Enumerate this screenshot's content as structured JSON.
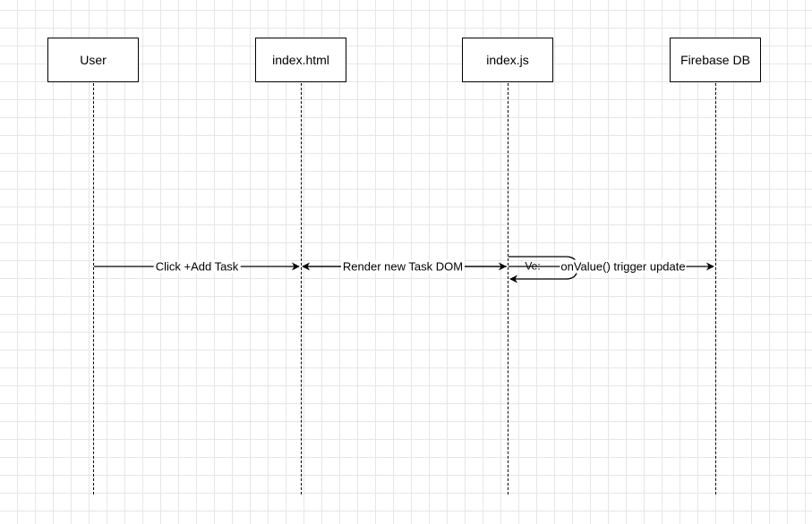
{
  "participants": [
    {
      "name": "User"
    },
    {
      "name": "index.html"
    },
    {
      "name": "index.js"
    },
    {
      "name": "Firebase DB"
    }
  ],
  "messages": [
    {
      "label": "Click +Add Task",
      "from": "User",
      "to": "index.html"
    },
    {
      "label": "Render new Task DOM",
      "from": "index.js",
      "to": "index.html"
    },
    {
      "label": "Render new Task DOM",
      "from": "index.html",
      "to": "index.js"
    },
    {
      "label": "Ve:",
      "from": "index.js",
      "to": "index.js"
    },
    {
      "label": "onValue() trigger update",
      "from": "index.js",
      "to": "Firebase DB"
    }
  ],
  "colors": {
    "line": "#000000",
    "grid": "#e6e6e6",
    "background": "#ffffff"
  }
}
